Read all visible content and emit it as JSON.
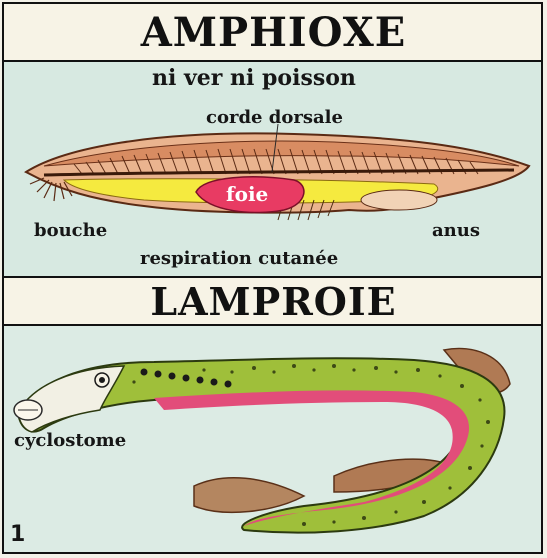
{
  "top": {
    "title": "AMPHIOXE",
    "subtitle": "ni ver ni poisson",
    "labels": {
      "dorsal_cord": "corde dorsale",
      "liver": "foie",
      "mouth": "bouche",
      "anus": "anus",
      "respiration": "respiration cutanée"
    }
  },
  "bottom": {
    "title": "LAMPROIE",
    "labels": {
      "cyclostome": "cyclostome"
    }
  },
  "page_number": "1",
  "colors": {
    "background": "#d7e9e1",
    "title_band": "#f7f3e6",
    "amphioxus_body": "#e8a67f",
    "liver": "#e83b63",
    "gut_yellow": "#f5ea3f",
    "lamprey_back": "#9fbf3a",
    "lamprey_belly": "#e24d7a"
  }
}
